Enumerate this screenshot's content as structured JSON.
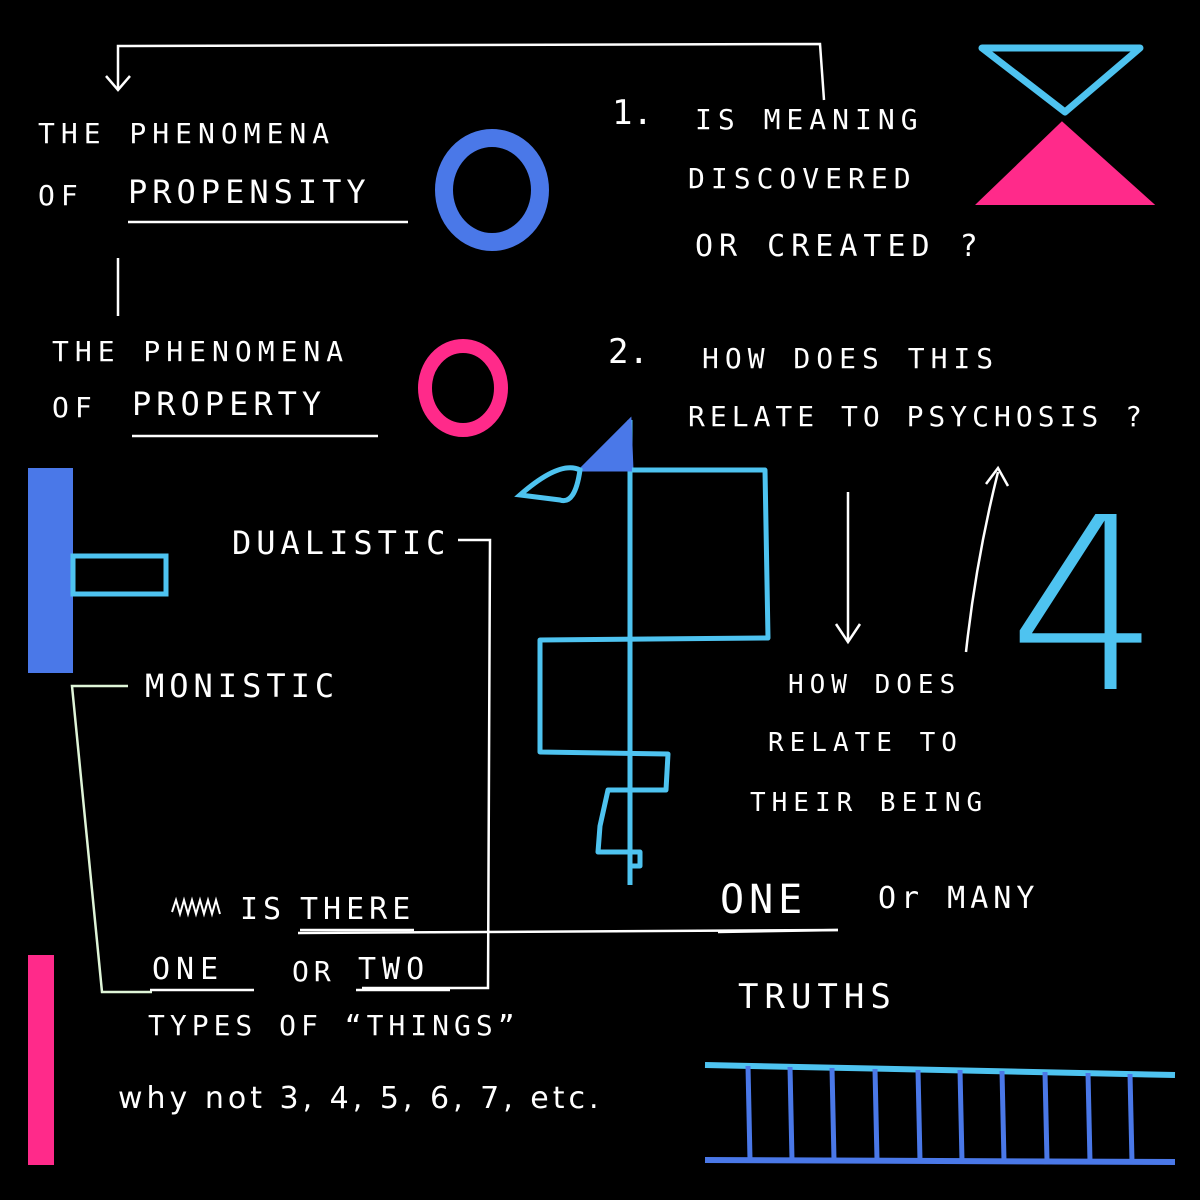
{
  "colors": {
    "background": "#000000",
    "ink": "#ffffff",
    "blue": "#4a78e8",
    "pink": "#ff2a8a",
    "cyan": "#4ec3f0"
  },
  "left": {
    "propensity_line1": "THE PHENOMENA",
    "propensity_line2_prefix": "OF",
    "propensity_word": "PROPENSITY",
    "property_line1": "THE PHENOMENA",
    "property_line2_prefix": "OF",
    "property_word": "PROPERTY",
    "dualistic": "DUALISTIC",
    "monistic": "MONISTIC",
    "is_there_prefix": "IS",
    "is_there_word": "THERE",
    "one_word": "ONE",
    "or_word": "OR",
    "two_word": "TWO",
    "types_line": "TYPES OF “THINGS”",
    "why_not_line": "why not 3, 4, 5, 6, 7, etc."
  },
  "right": {
    "q1_number": "1.",
    "q1_line1": "IS MEANING",
    "q1_line2": "DISCOVERED",
    "q1_line3": "OR CREATED ?",
    "q2_number": "2.",
    "q2_line1": "HOW DOES THIS",
    "q2_line2": "RELATE TO PSYCHOSIS ?",
    "how_does_line1": "HOW DOES",
    "how_does_line2": "RELATE TO",
    "how_does_line3": "THEIR BEING",
    "one_many_word": "ONE",
    "one_many_rest": "Or MANY",
    "truths": "TRUTHS",
    "big_number": "4"
  }
}
